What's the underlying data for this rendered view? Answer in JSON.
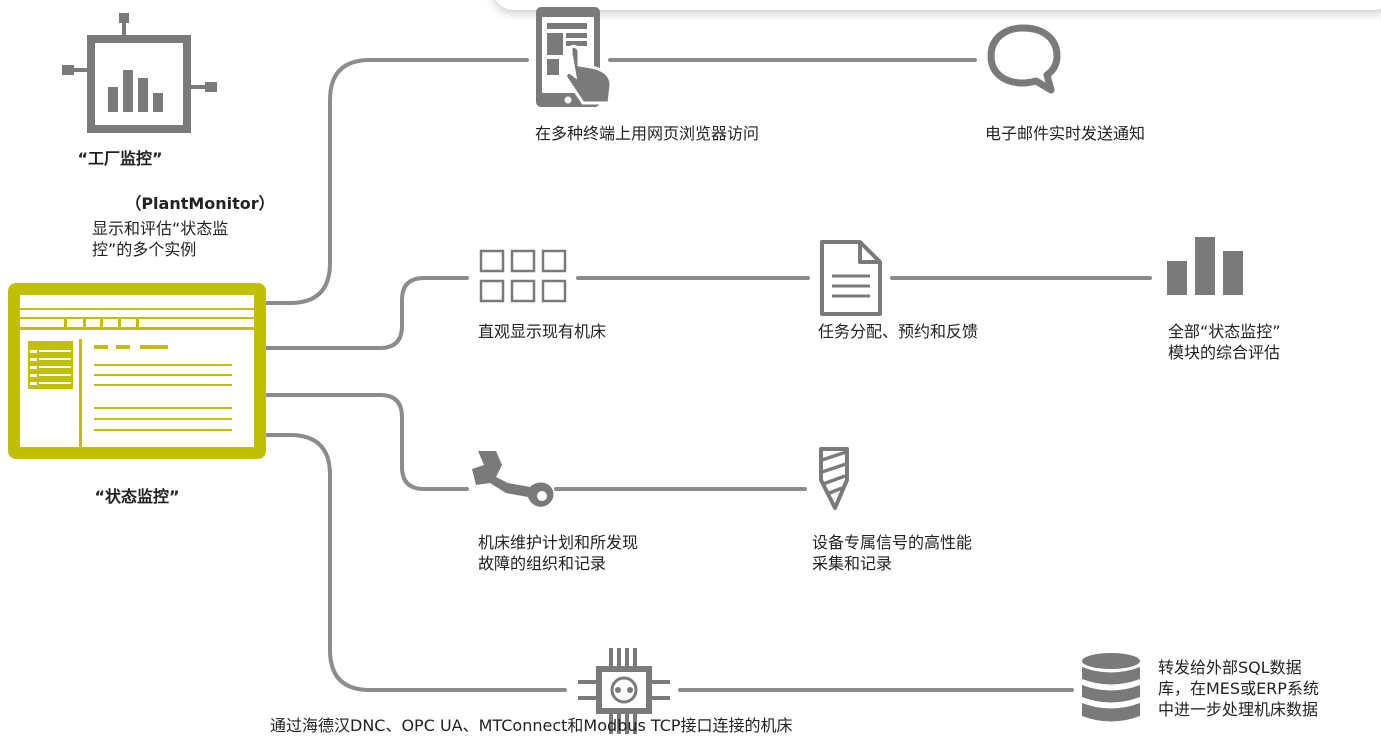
{
  "colors": {
    "accent": "#c0c000",
    "line": "#8c8c8c",
    "icon": "#7a7a7a",
    "text": "#222222"
  },
  "plant_monitor": {
    "icon": "chip-chart-icon",
    "title": "“工厂监控”",
    "subtitle": "（PlantMonitor）",
    "description_lines": [
      "显示和评估“状态监",
      "控”的多个实例"
    ]
  },
  "state_monitor": {
    "icon": "window-dashboard-icon",
    "title": "“状态监控”"
  },
  "branches": [
    {
      "icon": "tablet-touch-icon",
      "label": "在多种终端上用网页浏览器访问"
    },
    {
      "icon": "speech-bubble-icon",
      "label": "电子邮件实时发送通知"
    },
    {
      "icon": "grid-icon",
      "label": "直观显示现有机床"
    },
    {
      "icon": "document-icon",
      "label": "任务分配、预约和反馈"
    },
    {
      "icon": "bar-chart-icon",
      "label_lines": [
        "全部“状态监控”",
        "模块的综合评估"
      ]
    },
    {
      "icon": "wrench-icon",
      "label_lines": [
        "机床维护计划和所发现",
        "故障的组织和记录"
      ]
    },
    {
      "icon": "drill-bit-icon",
      "label_lines": [
        "设备专属信号的高性能",
        "采集和记录"
      ]
    },
    {
      "icon": "connector-chip-icon",
      "label": "通过海德汉DNC、OPC UA、MTConnect和Modbus TCP接口连接的机床"
    },
    {
      "icon": "database-icon",
      "label_lines": [
        "转发给外部SQL数据",
        "库，在MES或ERP系统",
        "中进一步处理机床数据"
      ]
    }
  ]
}
